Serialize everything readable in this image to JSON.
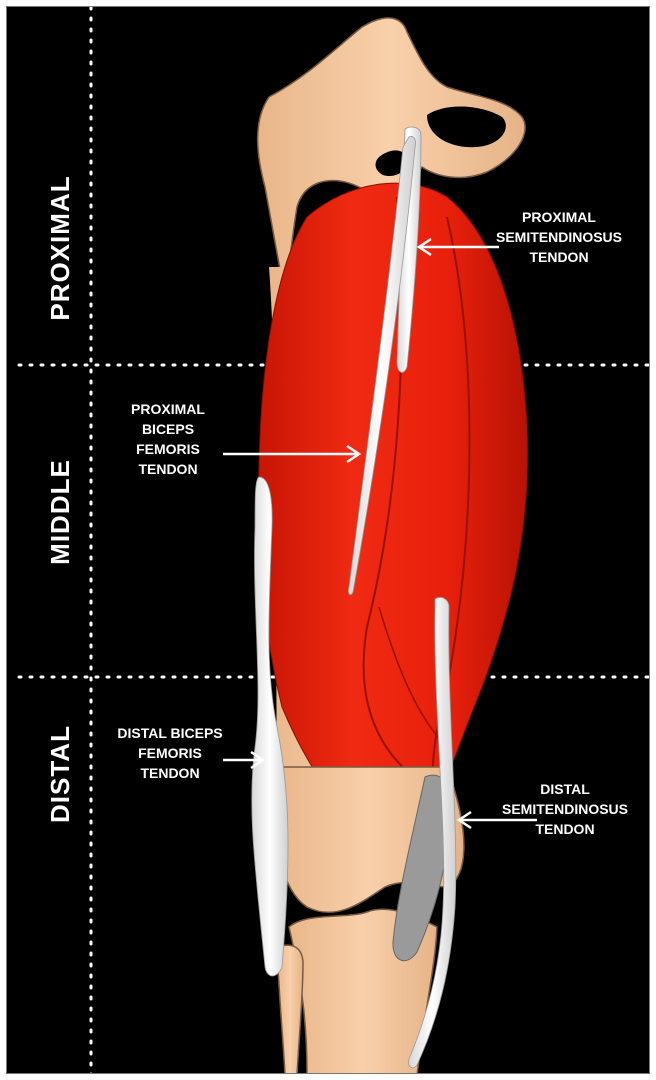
{
  "regions": {
    "proximal": "PROXIMAL",
    "middle": "MIDDLE",
    "distal": "DISTAL"
  },
  "labels": {
    "proximal_semitendinosus": "PROXIMAL\nSEMITENDINOSUS\nTENDON",
    "proximal_biceps": "PROXIMAL\nBICEPS\nFEMORIS\nTENDON",
    "distal_biceps": "DISTAL BICEPS\nFEMORIS\nTENDON",
    "distal_semitendinosus": "DISTAL\nSEMITENDINOSUS\nTENDON"
  },
  "colors": {
    "background": "#000000",
    "bone": "#f6c9a0",
    "muscle": "#e8200c",
    "tendon": "#ffffff",
    "distal_tendon_sheath": "#9a9a9a",
    "divider": "#ffffff"
  }
}
